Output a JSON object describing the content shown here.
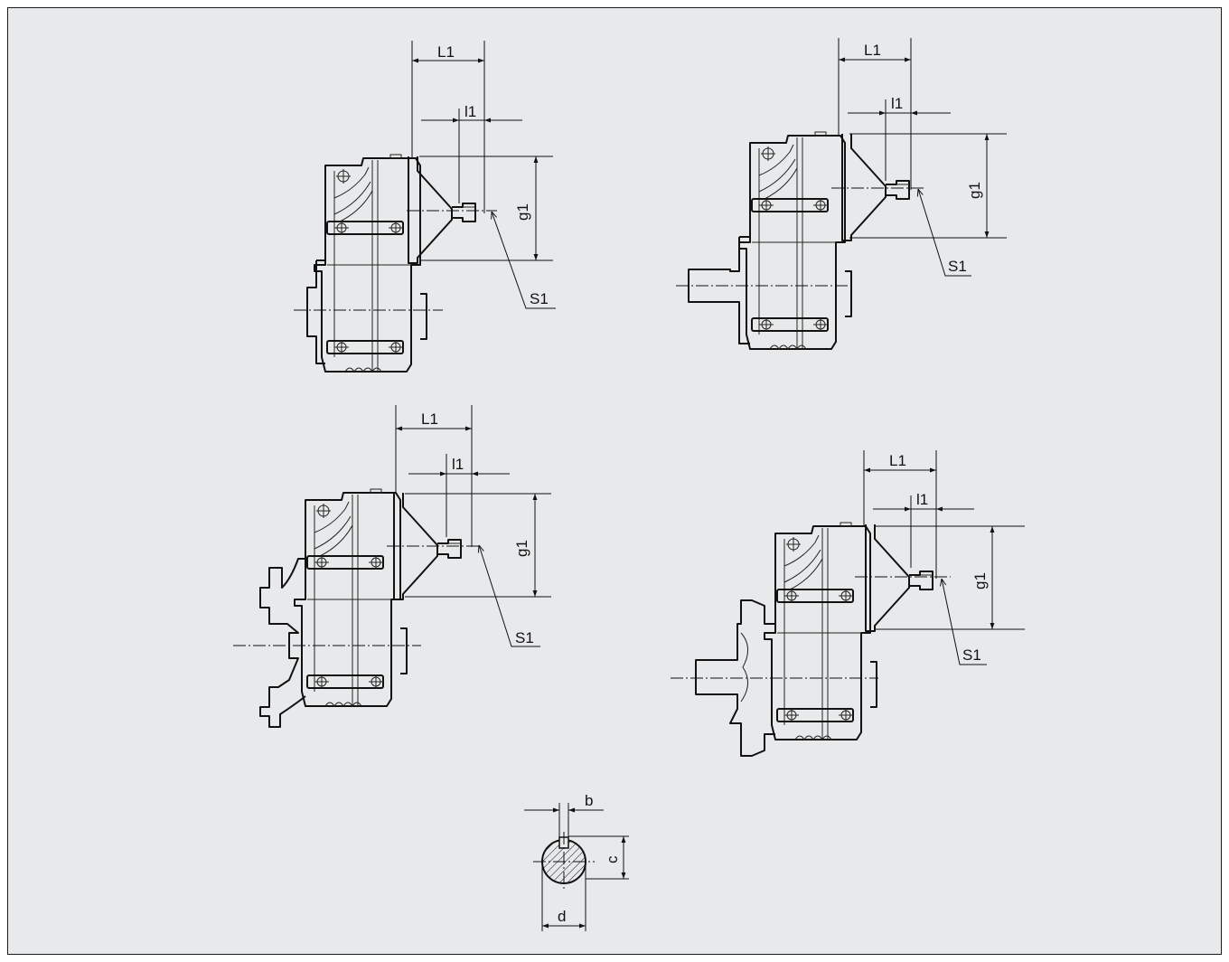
{
  "labels": {
    "L1": "L1",
    "l1": "l1",
    "g1": "g1",
    "S1": "S1",
    "b": "b",
    "c": "c",
    "d": "d"
  },
  "colors": {
    "background": "#e8e9eb",
    "line": "#111111"
  }
}
